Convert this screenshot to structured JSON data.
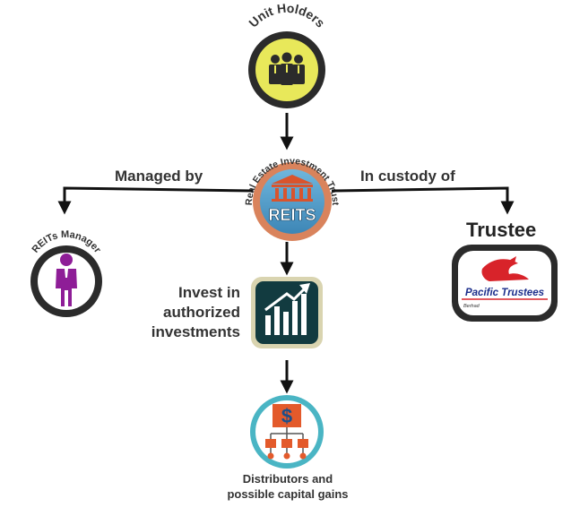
{
  "nodes": {
    "unit_holders": {
      "label": "Unit Holders",
      "fill": "#e8e85a"
    },
    "reits": {
      "arc_label": "Real Estate Investment Trust",
      "label": "REITS"
    },
    "reits_manager": {
      "label": "REITs Manager"
    },
    "trustee": {
      "title": "Trustee",
      "logo_text": "Pacific Trustees",
      "logo_sub": "Berhad"
    },
    "investments": {
      "label_lines": [
        "Invest in",
        "authorized",
        "investments"
      ]
    },
    "distributors": {
      "label_lines": [
        "Distributors and",
        "possible capital gains"
      ]
    }
  },
  "edges": {
    "managed_by": "Managed by",
    "in_custody_of": "In custody of"
  },
  "colors": {
    "ring_dark": "#2b2b2b",
    "reits_ring": "#d9835c",
    "reits_fill": "#4b9bc7",
    "building": "#d9542d",
    "manager_purple": "#8e1d97",
    "teal_ring": "#4ab5c4",
    "chart_panel": "#123b40",
    "dollar_red": "#e35a2b",
    "trustee_red": "#d8232a"
  }
}
